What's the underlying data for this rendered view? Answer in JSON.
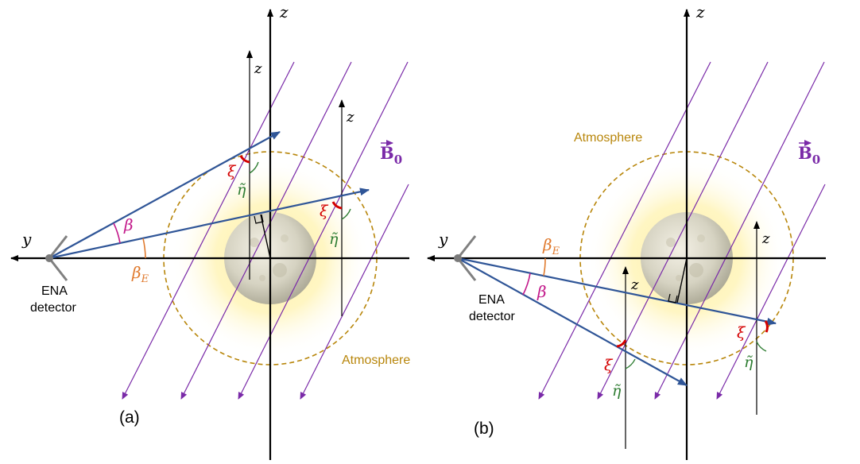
{
  "colors": {
    "field_line": "#7a2aa8",
    "sightline": "#2f5597",
    "atmosphere_boundary": "#b8860b",
    "atmosphere_glow": "#fff2a8",
    "axis": "#000000",
    "angle_beta": "#c2188a",
    "angle_beta_e": "#e07a2e",
    "angle_xi": "#d40000",
    "angle_eta": "#2e7d32",
    "detector": "#808080",
    "moon_light": "#f2efe3",
    "moon_dark": "#a8a592"
  },
  "panels": [
    {
      "label": "(a)",
      "axis_y": "y",
      "axis_z": "z",
      "local_z1": "z",
      "local_z2": "z",
      "field_label": "B⃗0",
      "field_label_main": "B",
      "field_label_sub": "0",
      "atmosphere_label": "Atmosphere",
      "detector_line1": "ENA",
      "detector_line2": "detector",
      "beta": "β",
      "beta_e_main": "β",
      "beta_e_sub": "E",
      "xi1": "ξ",
      "eta1": "η̃",
      "xi2": "ξ",
      "eta2": "η̃"
    },
    {
      "label": "(b)",
      "axis_y": "y",
      "axis_z": "z",
      "local_z1": "z",
      "local_z2": "z",
      "field_label": "B⃗0",
      "field_label_main": "B",
      "field_label_sub": "0",
      "atmosphere_label": "Atmosphere",
      "detector_line1": "ENA",
      "detector_line2": "detector",
      "beta": "β",
      "beta_e_main": "β",
      "beta_e_sub": "E",
      "xi1": "ξ",
      "eta1": "η̃",
      "xi2": "ξ",
      "eta2": "η̃"
    }
  ]
}
